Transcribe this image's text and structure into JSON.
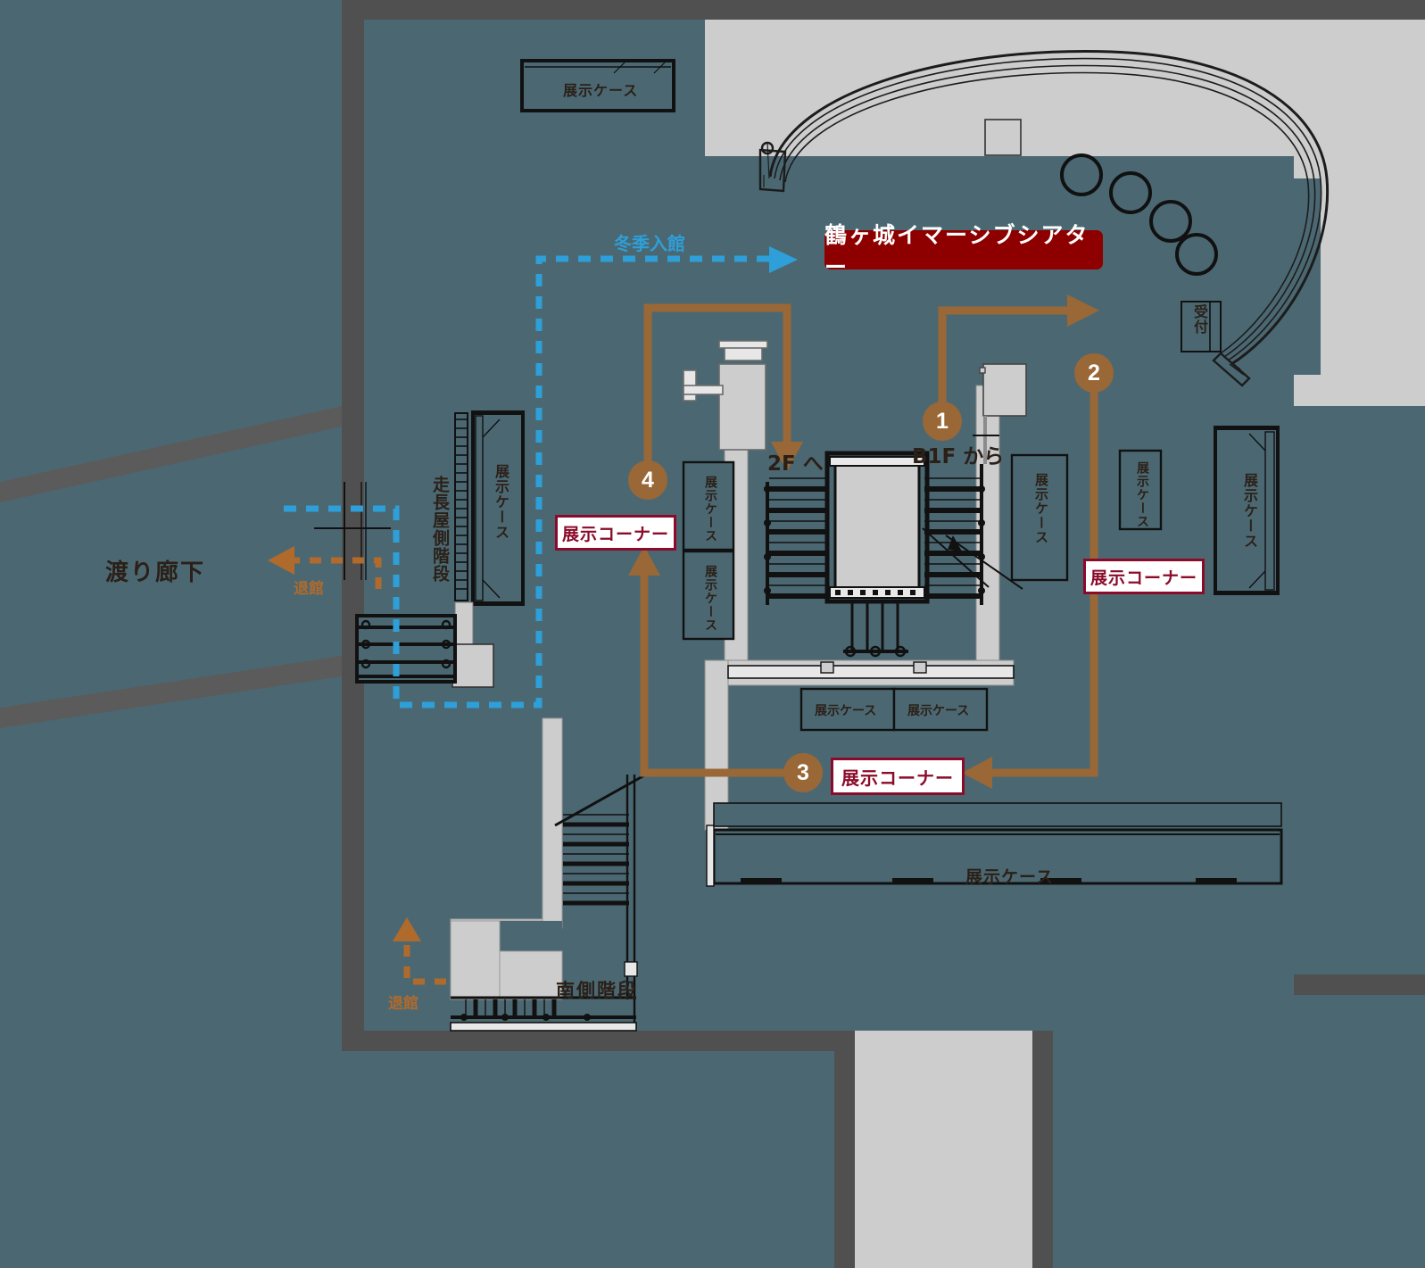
{
  "meta": {
    "floor_plan_name": "鶴ヶ城イマーシブシアター",
    "bg_color": "#4b6872",
    "wall_color": "#505050",
    "interior_color": "#cdcdcd",
    "accent_brown": "#9a6736",
    "accent_red": "#8b0b2a",
    "accent_blue": "#2e9fd8",
    "title_badge_color": "#8e0000"
  },
  "title": {
    "text": "鶴ヶ城イマーシブシアター"
  },
  "routes": {
    "winter_entry_label": "冬季入館",
    "exit_label_upper": "退館",
    "exit_label_lower": "退館",
    "to_2f": "2F へ",
    "from_b1f": "B1F から"
  },
  "steps": [
    {
      "number": "1"
    },
    {
      "number": "2"
    },
    {
      "number": "3"
    },
    {
      "number": "4"
    }
  ],
  "corner_badges": [
    {
      "id": "corner-4",
      "text": "展示コーナー"
    },
    {
      "id": "corner-2",
      "text": "展示コーナー"
    },
    {
      "id": "corner-3",
      "text": "展示コーナー"
    }
  ],
  "area_labels": {
    "corridor": "渡り廊下",
    "west_stairs": "走長屋側階段",
    "south_stairs": "南側階段",
    "reception": "受付"
  },
  "display_cases": [
    {
      "id": "case-top",
      "text": "展示ケース",
      "orientation": "horizontal"
    },
    {
      "id": "case-west-tall",
      "text": "展示ケース",
      "orientation": "vertical"
    },
    {
      "id": "case-mid-w-1",
      "text": "展示ケース",
      "orientation": "vertical"
    },
    {
      "id": "case-mid-w-2",
      "text": "展示ケース",
      "orientation": "vertical"
    },
    {
      "id": "case-mid-e-1",
      "text": "展示ケース",
      "orientation": "vertical"
    },
    {
      "id": "case-mid-e-2",
      "text": "展示ケース",
      "orientation": "vertical"
    },
    {
      "id": "case-east-tall",
      "text": "展示ケース",
      "orientation": "vertical"
    },
    {
      "id": "case-bottom-1",
      "text": "展示ケース",
      "orientation": "horizontal"
    },
    {
      "id": "case-bottom-2",
      "text": "展示ケース",
      "orientation": "horizontal"
    },
    {
      "id": "case-bottom-wide",
      "text": "展示ケース",
      "orientation": "horizontal"
    }
  ]
}
